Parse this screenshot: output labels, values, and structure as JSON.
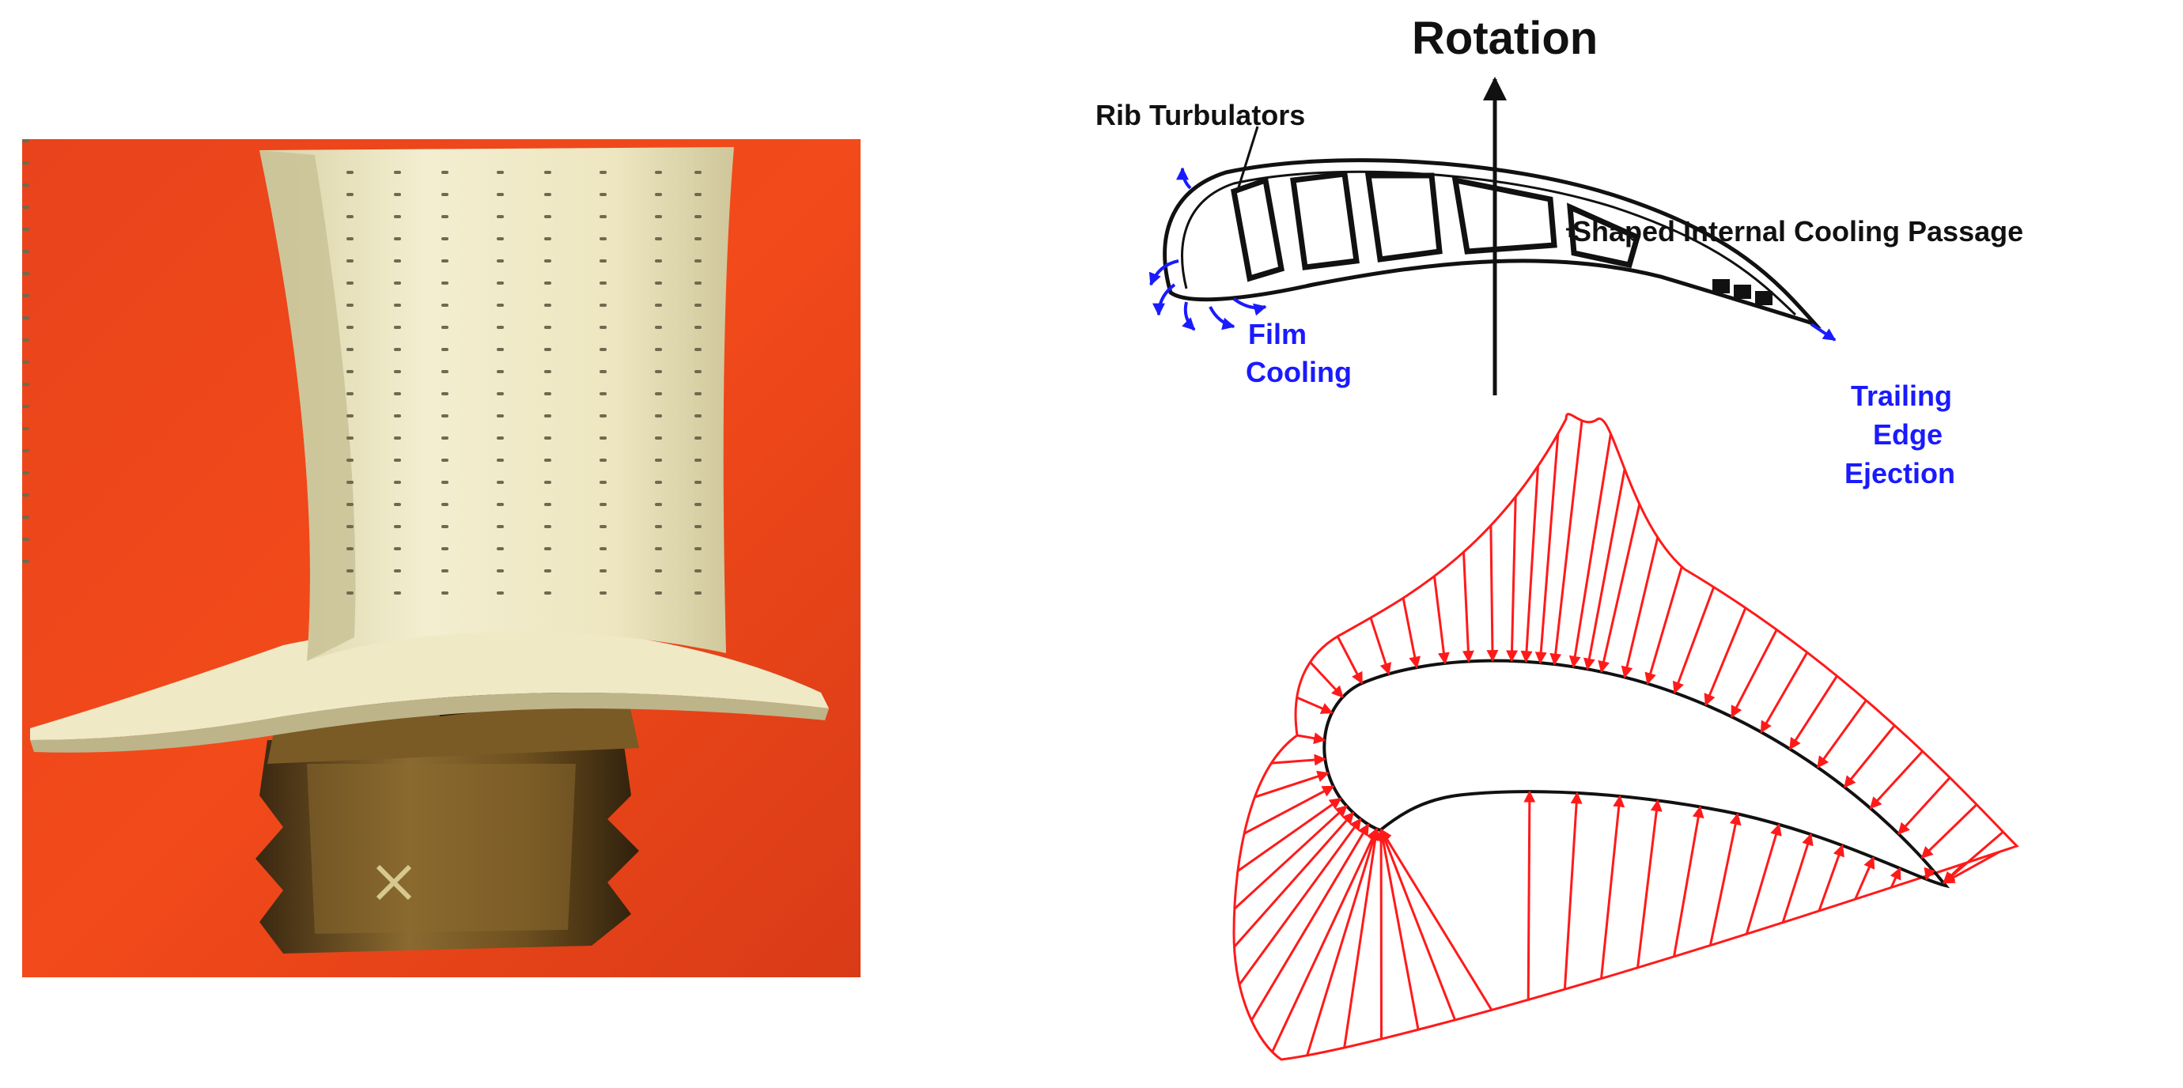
{
  "labels": {
    "rotation": "Rotation",
    "rib_turbulators": "Rib Turbulators",
    "shaped_passage": "Shaped Internal Cooling Passage",
    "film_cooling_1": "Film",
    "film_cooling_2": "Cooling",
    "trailing_1": "Trailing",
    "trailing_2": "Edge",
    "trailing_3": "Ejection"
  },
  "colors": {
    "photo_background": "#e8431c",
    "blade": "#efe9c4",
    "platform_root": "#6b4a1f",
    "annotation_blue": "#1a1aff",
    "pressure_red": "#ff1a1a",
    "ink": "#111111"
  },
  "icons": {
    "photo": "turbine-blade-photo",
    "rotation_arrow": "up-arrow-icon",
    "pressure_arrows": "pressure-arrow-icon"
  }
}
